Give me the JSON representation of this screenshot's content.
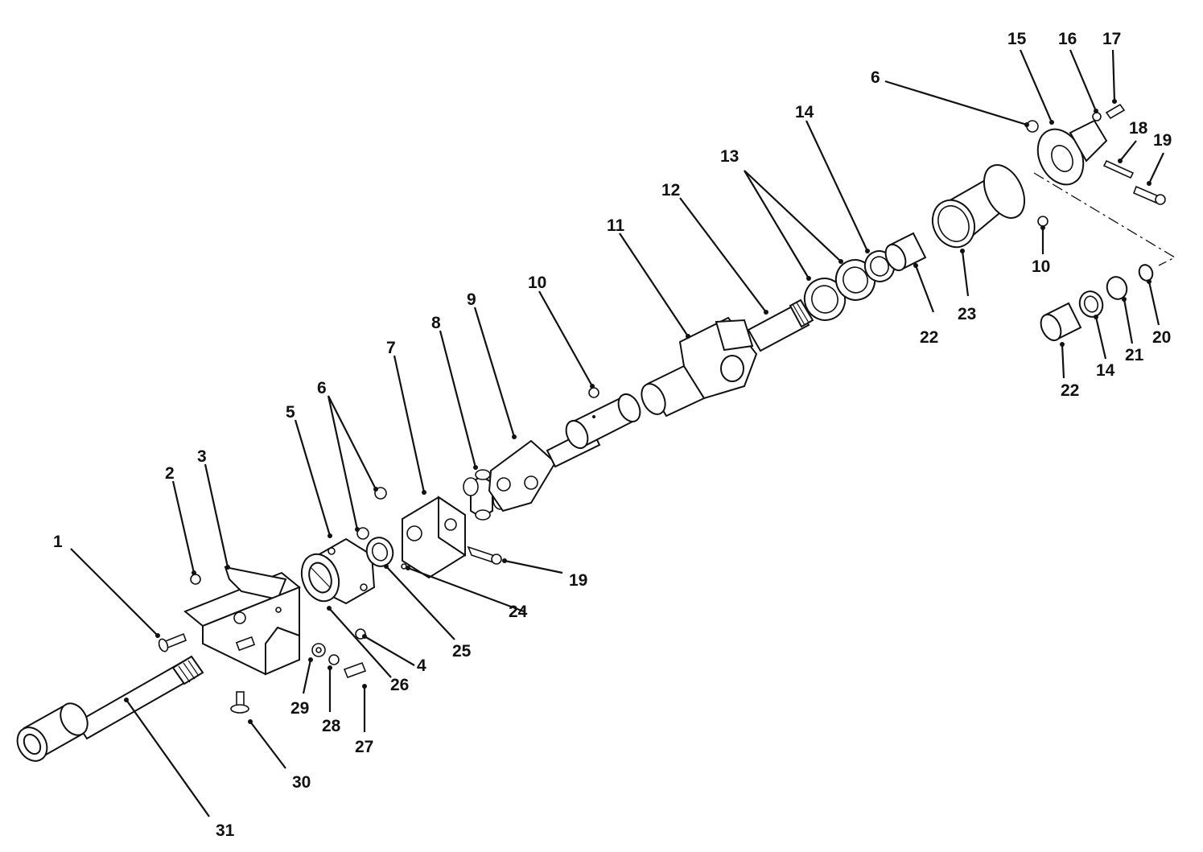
{
  "diagram": {
    "callouts": [
      {
        "id": "c1",
        "text": "1"
      },
      {
        "id": "c2",
        "text": "2"
      },
      {
        "id": "c3",
        "text": "3"
      },
      {
        "id": "c4",
        "text": "4"
      },
      {
        "id": "c5",
        "text": "5"
      },
      {
        "id": "c6a",
        "text": "6"
      },
      {
        "id": "c6b",
        "text": "6"
      },
      {
        "id": "c7",
        "text": "7"
      },
      {
        "id": "c8",
        "text": "8"
      },
      {
        "id": "c9",
        "text": "9"
      },
      {
        "id": "c10a",
        "text": "10"
      },
      {
        "id": "c10b",
        "text": "10"
      },
      {
        "id": "c11",
        "text": "11"
      },
      {
        "id": "c12",
        "text": "12"
      },
      {
        "id": "c13",
        "text": "13"
      },
      {
        "id": "c14a",
        "text": "14"
      },
      {
        "id": "c14b",
        "text": "14"
      },
      {
        "id": "c15",
        "text": "15"
      },
      {
        "id": "c16",
        "text": "16"
      },
      {
        "id": "c17",
        "text": "17"
      },
      {
        "id": "c18",
        "text": "18"
      },
      {
        "id": "c19a",
        "text": "19"
      },
      {
        "id": "c19b",
        "text": "19"
      },
      {
        "id": "c20",
        "text": "20"
      },
      {
        "id": "c21",
        "text": "21"
      },
      {
        "id": "c22a",
        "text": "22"
      },
      {
        "id": "c22b",
        "text": "22"
      },
      {
        "id": "c23",
        "text": "23"
      },
      {
        "id": "c24",
        "text": "24"
      },
      {
        "id": "c25",
        "text": "25"
      },
      {
        "id": "c26",
        "text": "26"
      },
      {
        "id": "c27",
        "text": "27"
      },
      {
        "id": "c28",
        "text": "28"
      },
      {
        "id": "c29",
        "text": "29"
      },
      {
        "id": "c30",
        "text": "30"
      },
      {
        "id": "c31",
        "text": "31"
      }
    ]
  }
}
